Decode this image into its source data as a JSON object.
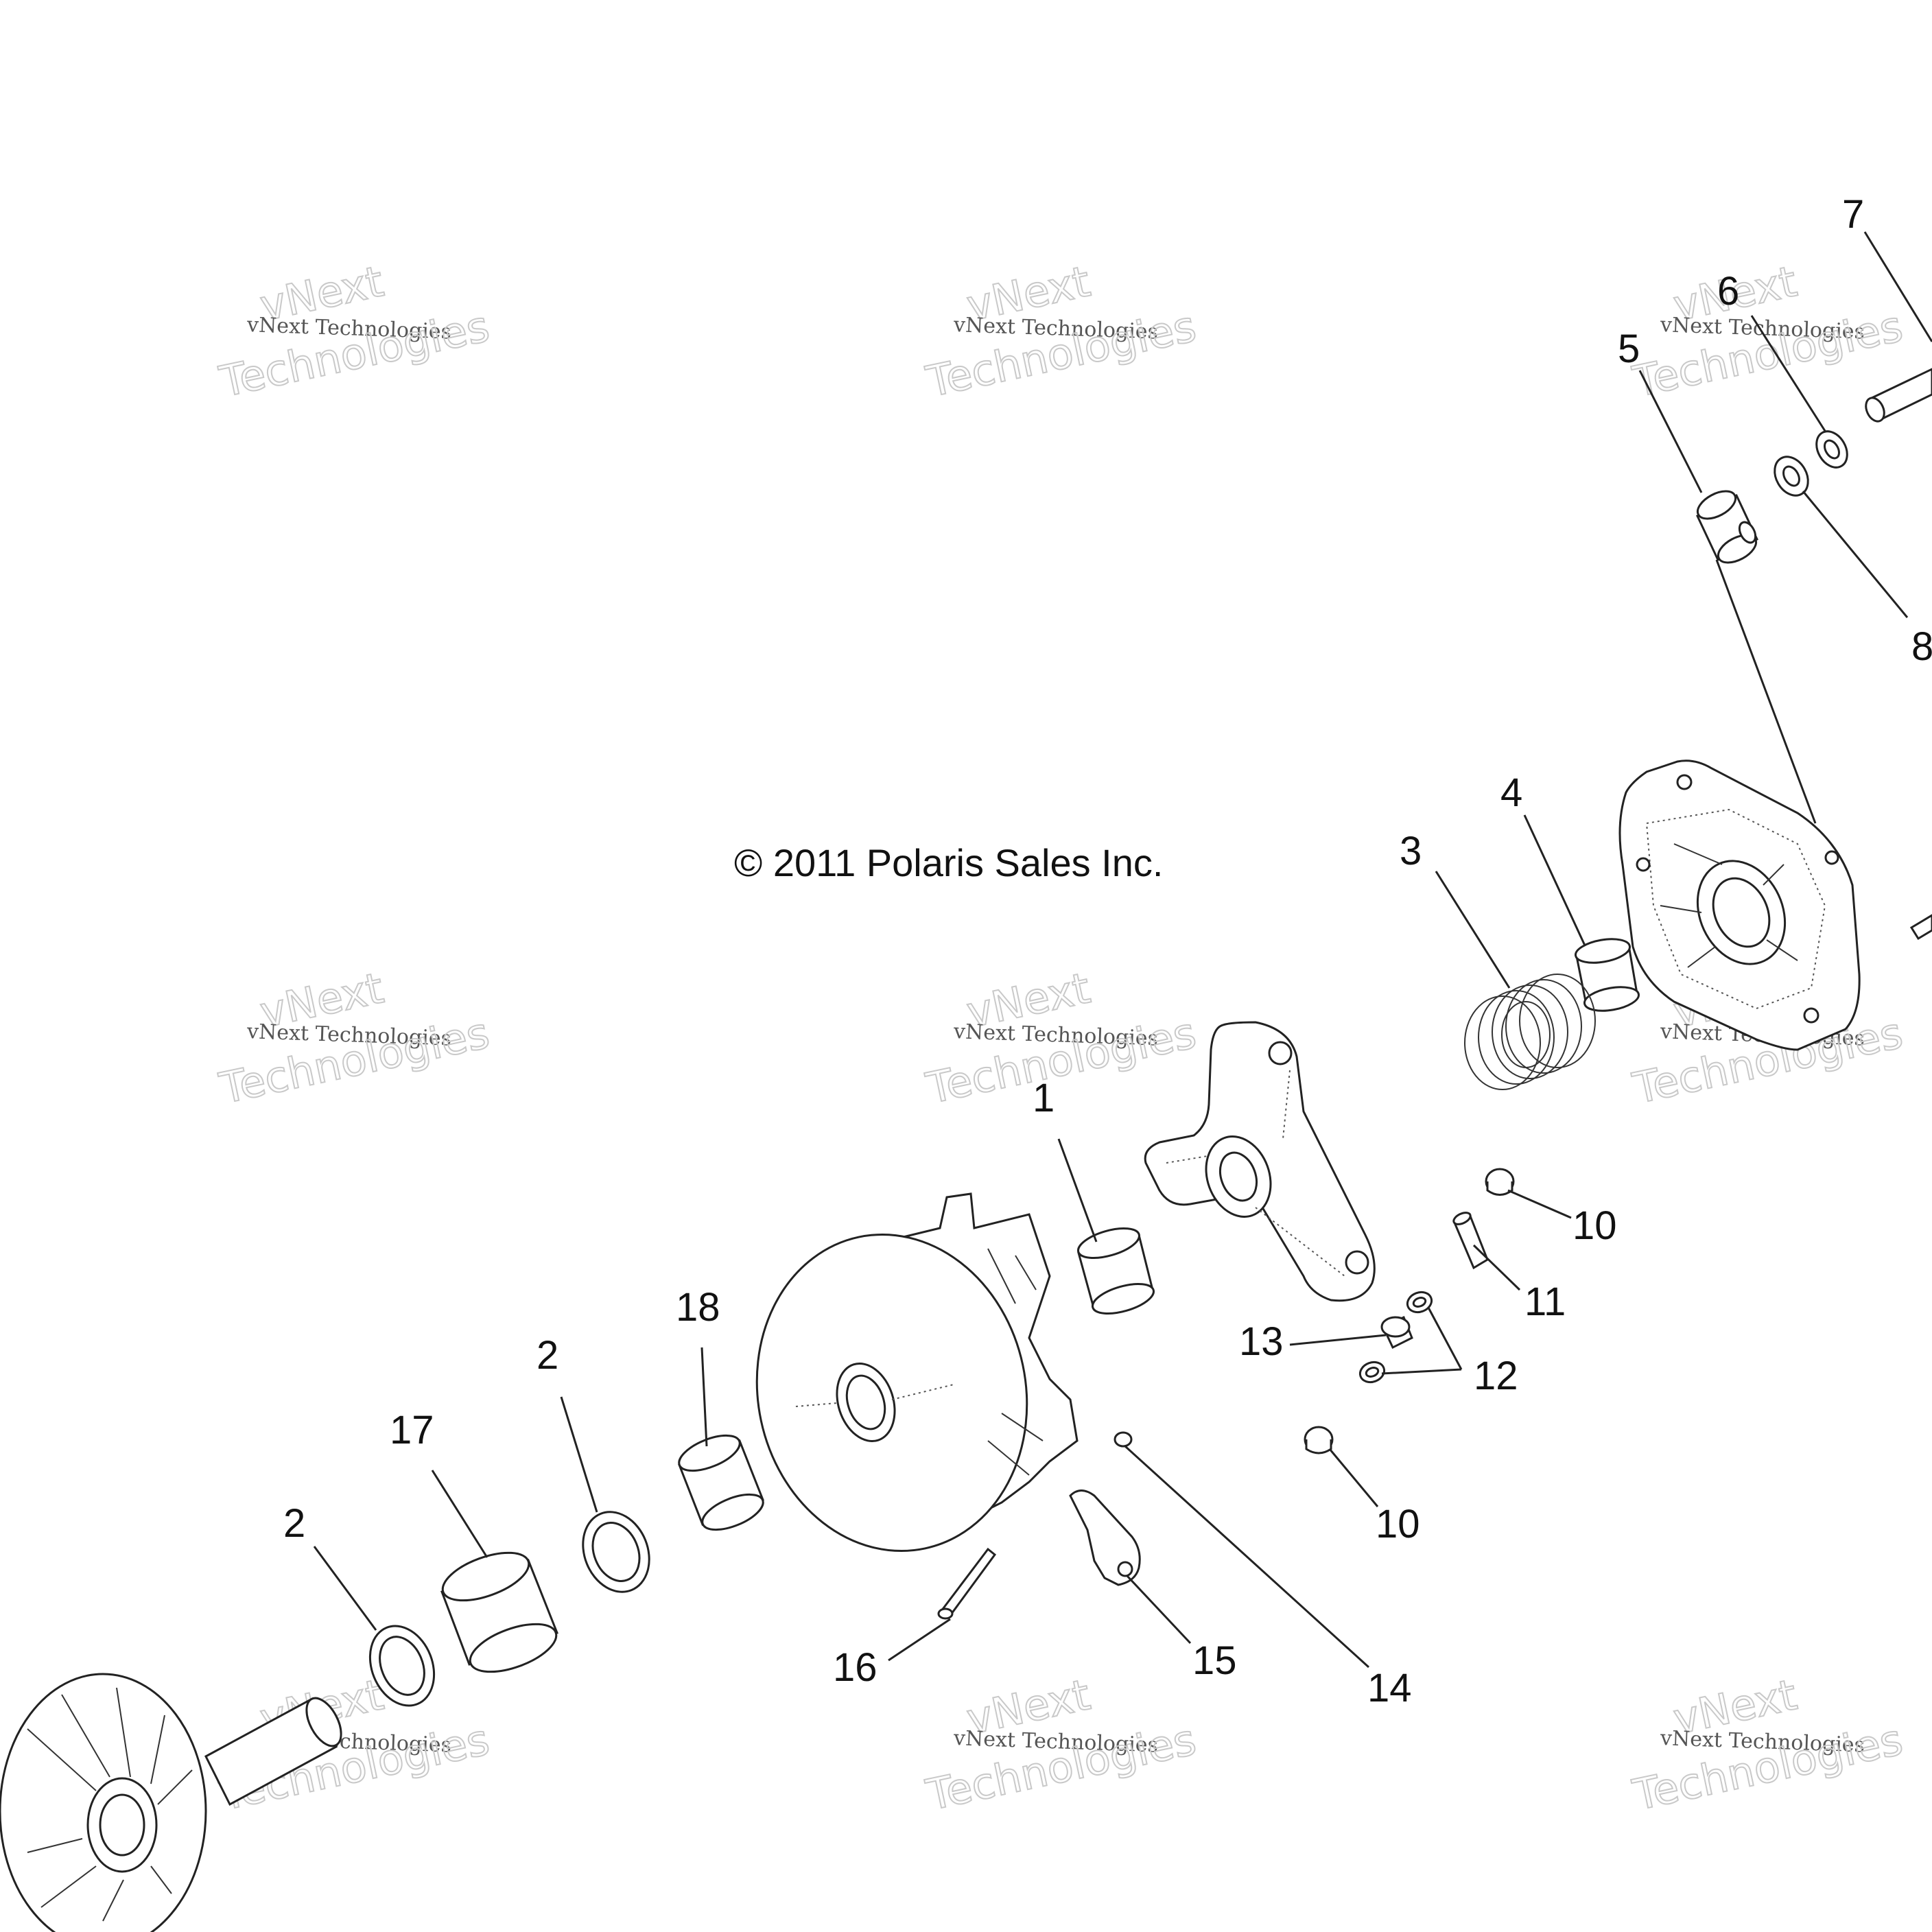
{
  "copyright": "© 2011 Polaris Sales Inc.",
  "watermark": {
    "line1": "vNext",
    "line2": "vNext Technologies",
    "line3": "Technologies"
  },
  "callouts": [
    "1",
    "2",
    "2",
    "3",
    "4",
    "5",
    "6",
    "7",
    "8",
    "10",
    "10",
    "11",
    "12",
    "13",
    "14",
    "15",
    "16",
    "17",
    "18"
  ],
  "colors": {
    "line": "#222222",
    "background": "#ffffff",
    "watermark": "#c9c9c9"
  }
}
